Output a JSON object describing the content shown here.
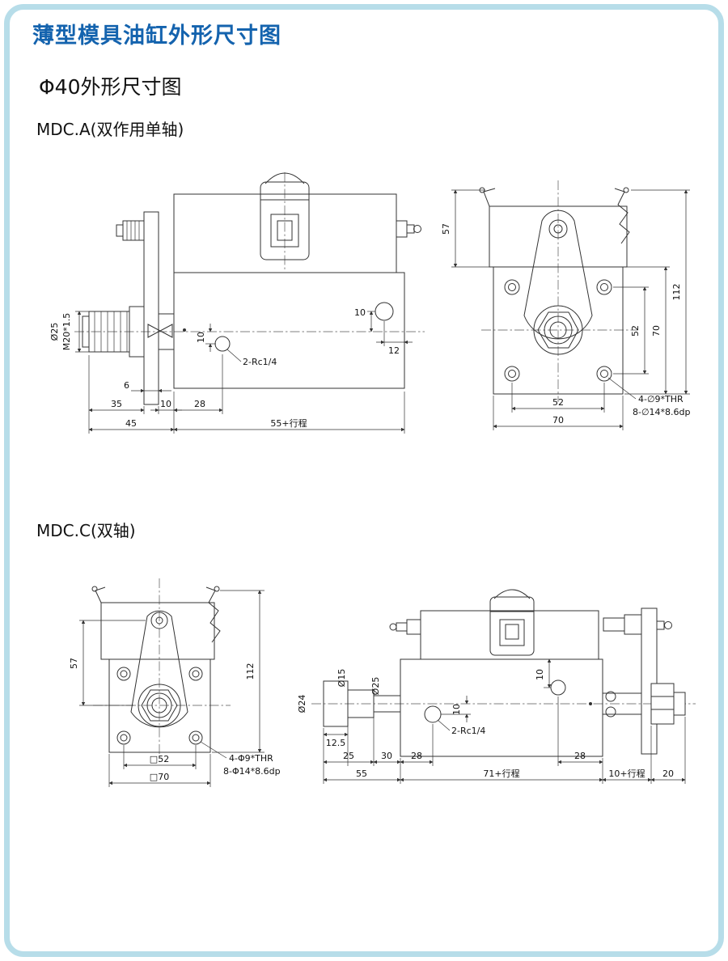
{
  "page": {
    "title": "薄型模具油缸外形尺寸图",
    "subtitle": "Φ40外形尺寸图",
    "section_a": "MDC.A(双作用单轴)",
    "section_c": "MDC.C(双轴)"
  },
  "drawing_a": {
    "side": {
      "phi25": "Ø25",
      "m20": "M20*1.5",
      "d10_port": "10",
      "rc": "2-Rc1/4",
      "d10_right": "10",
      "d12": "12",
      "d6": "6",
      "d35": "35",
      "d10_gap": "10",
      "d28": "28",
      "d45": "45",
      "d55_stroke": "55+行程"
    },
    "end": {
      "d57": "57",
      "d112": "112",
      "d70v": "70",
      "d52v": "52",
      "d52": "52",
      "d70": "70",
      "note1": "4-∅9*THR",
      "note2": "8-∅14*8.6dp"
    }
  },
  "drawing_c": {
    "end": {
      "d57": "57",
      "d112": "112",
      "sq52": "□52",
      "sq70": "□70",
      "note1": "4-Φ9*THR",
      "note2": "8-Φ14*8.6dp"
    },
    "side": {
      "phi24": "Ø24",
      "phi15": "Ø15",
      "phi25": "Ø25",
      "d12_5": "12.5",
      "rc": "2-Rc1/4",
      "d10_port": "10",
      "d10_top": "10",
      "d25": "25",
      "d30": "30",
      "d28_left": "28",
      "d28_right": "28",
      "d55": "55",
      "s71": "71+行程",
      "s10": "10+行程",
      "d20": "20"
    }
  },
  "colors": {
    "title_blue": "#1463ae",
    "frame_blue": "#b7dde9",
    "line": "#333333"
  }
}
